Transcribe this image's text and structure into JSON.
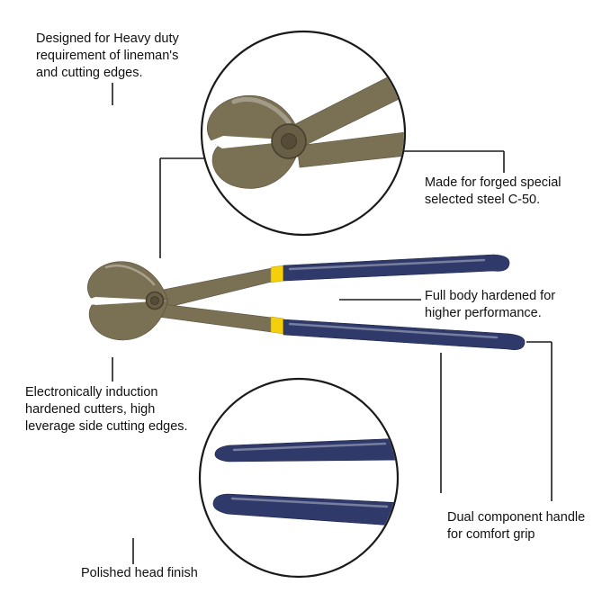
{
  "callouts": {
    "heavy_duty": "Designed for Heavy duty\nrequirement of lineman's\nand cutting edges.",
    "forged_steel": "Made for forged special\nselected steel C-50.",
    "full_body": "Full body hardened for\nhigher performance.",
    "induction": "Electronically induction\nhardened cutters, high\nleverage side cutting edges.",
    "dual_handle": "Dual component handle\nfor comfort grip",
    "polished": "Polished head finish"
  },
  "illustration": {
    "product": "end-cutting-pliers",
    "closeup_top": "pliers-head-closeup",
    "closeup_bottom": "handle-tips-closeup"
  },
  "colors": {
    "background": "#ffffff",
    "line": "#1a1a1a",
    "metal": "#7a7054",
    "metal_dark": "#57503c",
    "handle_blue": "#2f3a6b",
    "band_yellow": "#f4cf0a"
  }
}
